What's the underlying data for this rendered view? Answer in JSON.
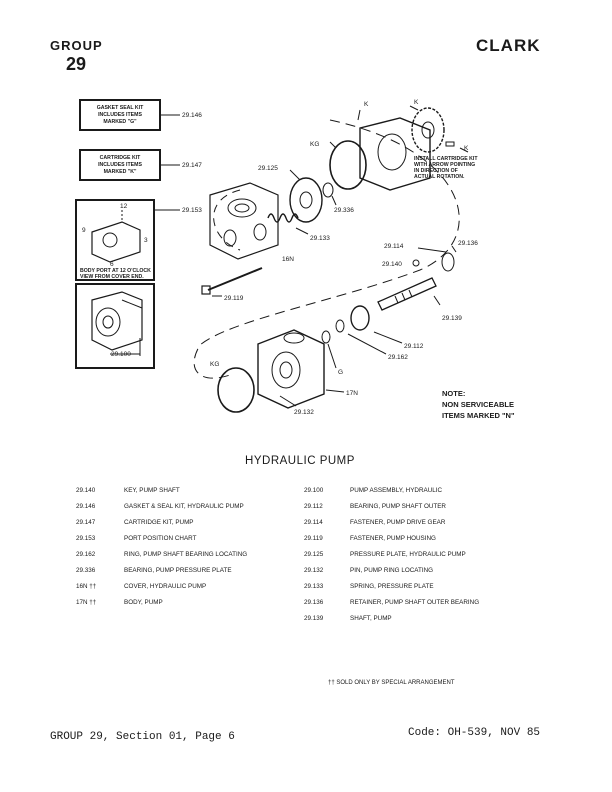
{
  "header": {
    "group_label": "GROUP",
    "group_number": "29",
    "brand": "CLARK"
  },
  "diagram": {
    "boxes": {
      "gasket_kit": [
        "GASKET SEAL KIT",
        "INCLUDES ITEMS",
        "MARKED \"G\""
      ],
      "cartridge_kit": [
        "CARTRIDGE KIT",
        "INCLUDES ITEMS",
        "MARKED \"K\""
      ],
      "port_position": [
        "BODY PORT AT 12 O'CLOCK",
        "VIEW FROM COVER END."
      ]
    },
    "install_note": [
      "INSTALL CARTRIDGE KIT",
      "WITH ARROW POINTING",
      "IN DIRECTION OF",
      "ACTUAL ROTATION."
    ],
    "callouts": {
      "c146": "29.146",
      "c147": "29.147",
      "c153": "29.153",
      "c100": "29.100",
      "c125": "29.125",
      "c133": "29.133",
      "c336": "29.336",
      "c114": "29.114",
      "c136": "29.136",
      "c140": "29.140",
      "c139": "29.139",
      "c112": "29.112",
      "c162": "29.162",
      "c119": "29.119",
      "c132": "29.132",
      "n16": "16N",
      "n17": "17N",
      "kg1": "KG",
      "kg2": "KG",
      "k1": "K",
      "k2": "K",
      "k3": "K",
      "g1": "G",
      "p12": "12",
      "p3": "3",
      "p6": "6",
      "p9": "9"
    },
    "note": [
      "NOTE:",
      "NON SERVICEABLE",
      "ITEMS MARKED \"N\""
    ]
  },
  "title": "HYDRAULIC PUMP",
  "parts_left": [
    {
      "code": "29.140",
      "desc": "KEY, PUMP SHAFT"
    },
    {
      "code": "29.146",
      "desc": "GASKET & SEAL KIT, HYDRAULIC PUMP"
    },
    {
      "code": "29.147",
      "desc": "CARTRIDGE KIT, PUMP"
    },
    {
      "code": "29.153",
      "desc": "PORT POSITION CHART"
    },
    {
      "code": "29.162",
      "desc": "RING, PUMP SHAFT BEARING LOCATING"
    },
    {
      "code": "29.336",
      "desc": "BEARING, PUMP PRESSURE PLATE"
    },
    {
      "code": "16N ††",
      "desc": "COVER, HYDRAULIC PUMP"
    },
    {
      "code": "17N ††",
      "desc": "BODY, PUMP"
    }
  ],
  "parts_right": [
    {
      "code": "29.100",
      "desc": "PUMP ASSEMBLY, HYDRAULIC"
    },
    {
      "code": "29.112",
      "desc": "BEARING, PUMP SHAFT OUTER"
    },
    {
      "code": "29.114",
      "desc": "FASTENER, PUMP DRIVE GEAR"
    },
    {
      "code": "29.119",
      "desc": "FASTENER, PUMP HOUSING"
    },
    {
      "code": "29.125",
      "desc": "PRESSURE PLATE, HYDRAULIC PUMP"
    },
    {
      "code": "29.132",
      "desc": "PIN, PUMP RING LOCATING"
    },
    {
      "code": "29.133",
      "desc": "SPRING, PRESSURE PLATE"
    },
    {
      "code": "29.136",
      "desc": "RETAINER, PUMP SHAFT OUTER BEARING"
    },
    {
      "code": "29.139",
      "desc": "SHAFT, PUMP"
    }
  ],
  "footnote": "†† SOLD ONLY BY SPECIAL ARRANGEMENT",
  "footer": {
    "left": "GROUP 29, Section 01, Page 6",
    "right": "Code: OH-539, NOV 85"
  }
}
